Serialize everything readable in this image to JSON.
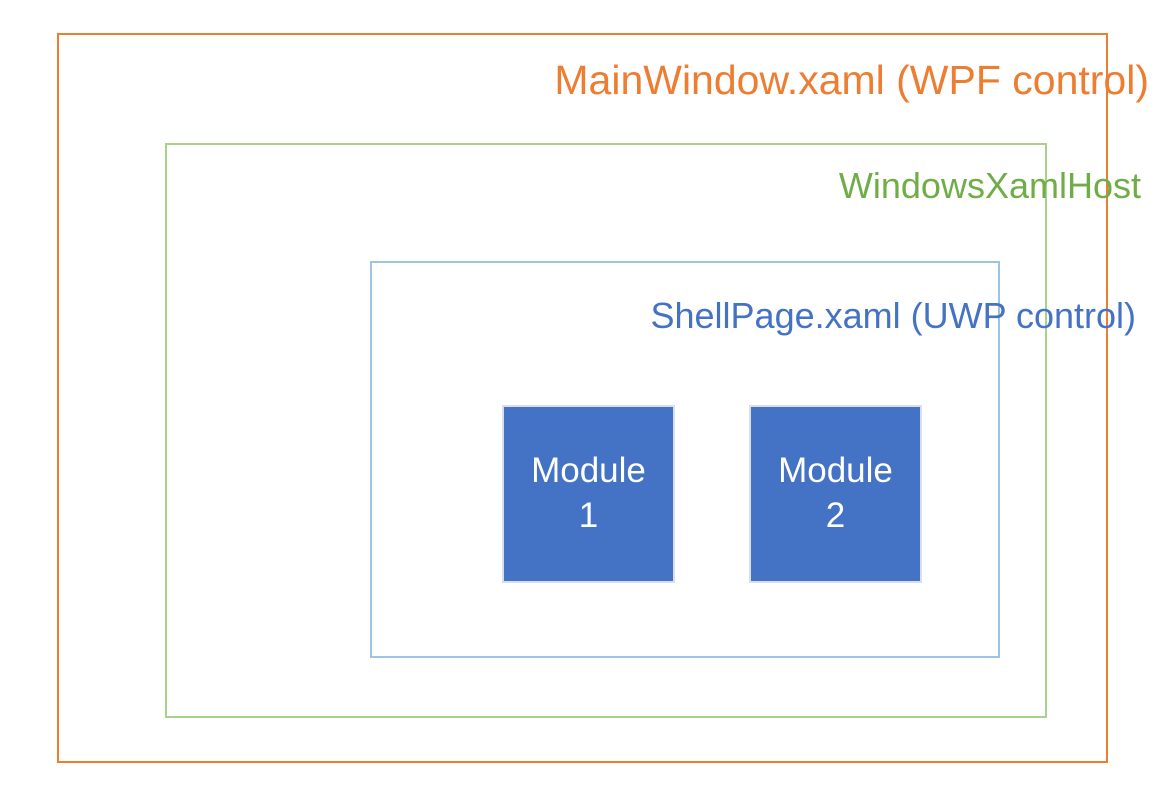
{
  "diagram": {
    "type": "nested-containment",
    "background_color": "#FFFFFF",
    "layers": [
      {
        "id": "mainwindow",
        "label": "MainWindow.xaml (WPF control)",
        "border_color": "#ED7D31",
        "text_color": "#ED7D31"
      },
      {
        "id": "windowsxamlhost",
        "label": "WindowsXamlHost",
        "border_color": "#A9D18E",
        "text_color": "#70AD47"
      },
      {
        "id": "shellpage",
        "label": "ShellPage.xaml (UWP control)",
        "border_color": "#9DC3E6",
        "text_color": "#4472C4"
      }
    ],
    "modules": [
      {
        "id": "module-1",
        "label": "Module 1",
        "fill_color": "#4472C4",
        "text_color": "#FFFFFF"
      },
      {
        "id": "module-2",
        "label": "Module 2",
        "fill_color": "#4472C4",
        "text_color": "#FFFFFF"
      }
    ]
  }
}
